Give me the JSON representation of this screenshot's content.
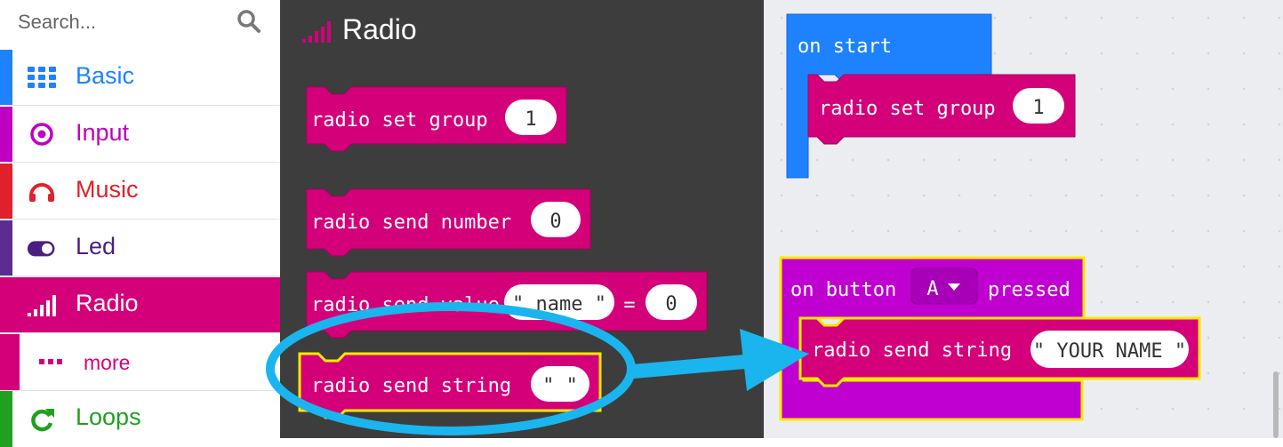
{
  "search": {
    "placeholder": "Search..."
  },
  "categories": [
    {
      "label": "Basic",
      "color": "#1e90ff",
      "icon": "grid-icon"
    },
    {
      "label": "Input",
      "color": "#c000c0",
      "icon": "target-icon"
    },
    {
      "label": "Music",
      "color": "#e0202a",
      "icon": "headphones-icon"
    },
    {
      "label": "Led",
      "color": "#5c2d91",
      "icon": "toggle-icon"
    },
    {
      "label": "Radio",
      "color": "#d4007a",
      "icon": "signal-bars-icon"
    },
    {
      "label": "more",
      "color": "#d4007a",
      "icon": "more-dots-icon"
    },
    {
      "label": "Loops",
      "color": "#20a020",
      "icon": "loop-arrow-icon"
    }
  ],
  "flyout": {
    "title": "Radio",
    "blocks": {
      "set_group": {
        "text": "radio set group",
        "value": "1"
      },
      "send_number": {
        "text": "radio send number",
        "value": "0"
      },
      "send_value": {
        "text": "radio send value",
        "name": "\" name \"",
        "eq": "=",
        "value": "0"
      },
      "send_string": {
        "text": "radio send string",
        "value": "\"   \""
      }
    }
  },
  "workspace": {
    "on_start": {
      "label": "on start",
      "inner_text": "radio set group",
      "inner_value": "1"
    },
    "on_button": {
      "prefix": "on button",
      "button": "A",
      "suffix": "pressed",
      "inner_text": "radio send string",
      "inner_value": "\" YOUR NAME \""
    }
  },
  "colors": {
    "radio": "#d4007a",
    "radio_dark": "#a8005f",
    "input": "#c000d0",
    "basic": "#1e82ff",
    "highlight": "#ffe800",
    "annotation": "#1ab5ee"
  }
}
